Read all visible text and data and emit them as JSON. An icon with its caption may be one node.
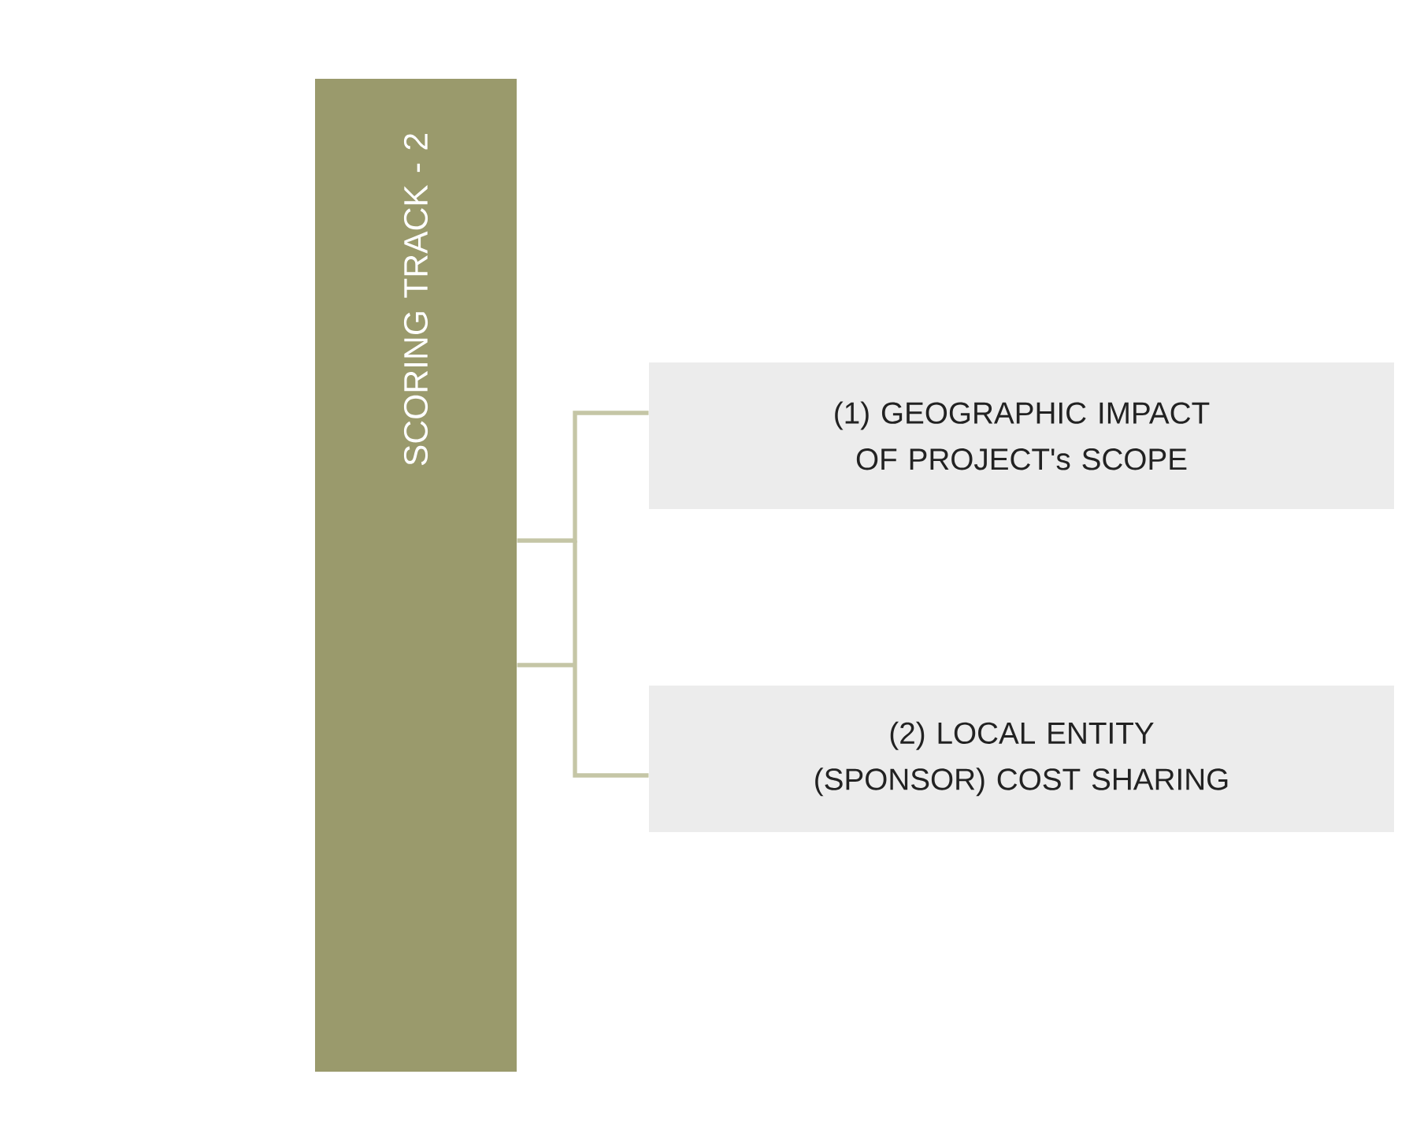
{
  "diagram": {
    "nodes": [
      {
        "text": [
          "SCORING TRACK - 2"
        ]
      },
      {
        "text": [
          "(1) GEOGRAPHIC IMPACT OF PROJECT's SCOPE"
        ]
      },
      {
        "text": [
          "(2) LOCAL ENTITY (SPONSOR) COST SHARING"
        ]
      }
    ],
    "edges": [
      {
        "from": 0,
        "to": 1,
        "arrow": "none"
      },
      {
        "from": 0,
        "to": 2,
        "arrow": "none"
      }
    ]
  }
}
